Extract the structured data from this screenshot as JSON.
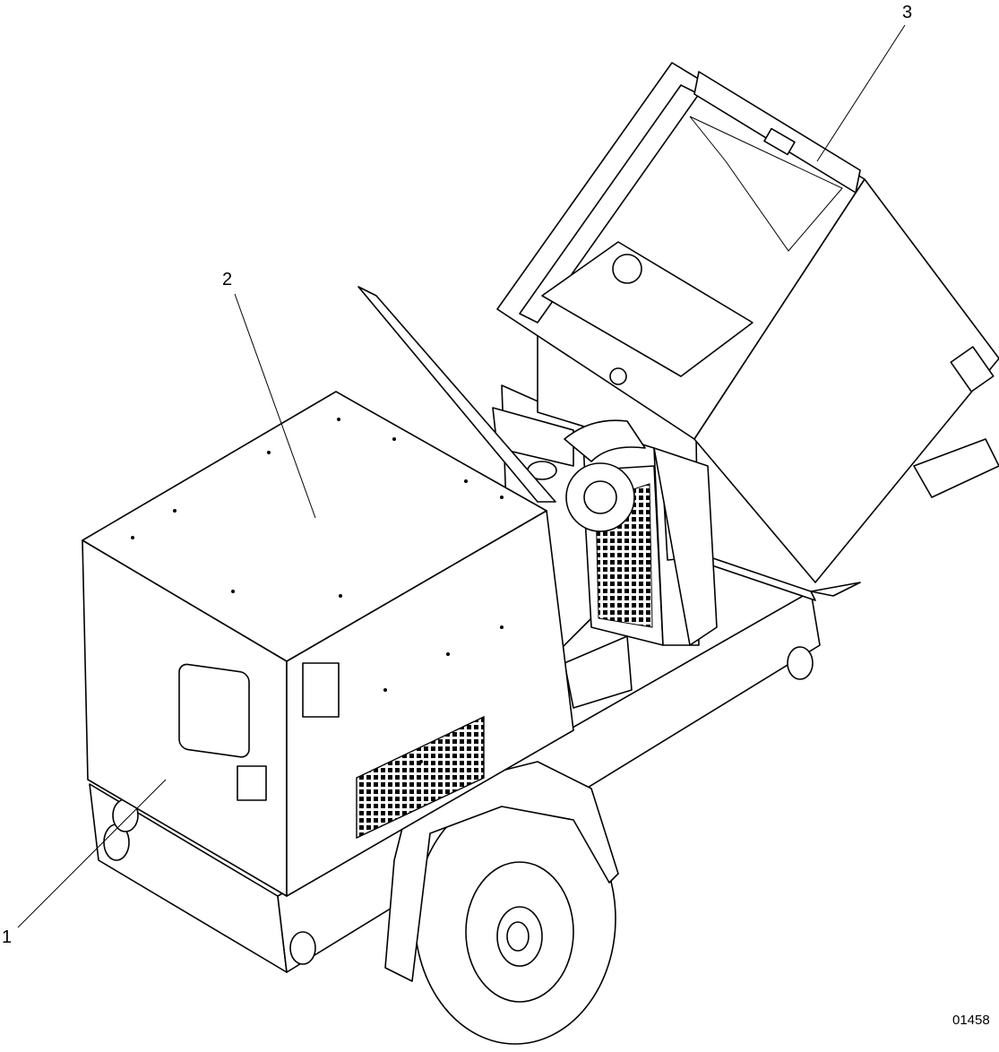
{
  "callouts": [
    {
      "id": "1",
      "label": "1"
    },
    {
      "id": "2",
      "label": "2"
    },
    {
      "id": "3",
      "label": "3"
    }
  ],
  "figure_id": "01458"
}
